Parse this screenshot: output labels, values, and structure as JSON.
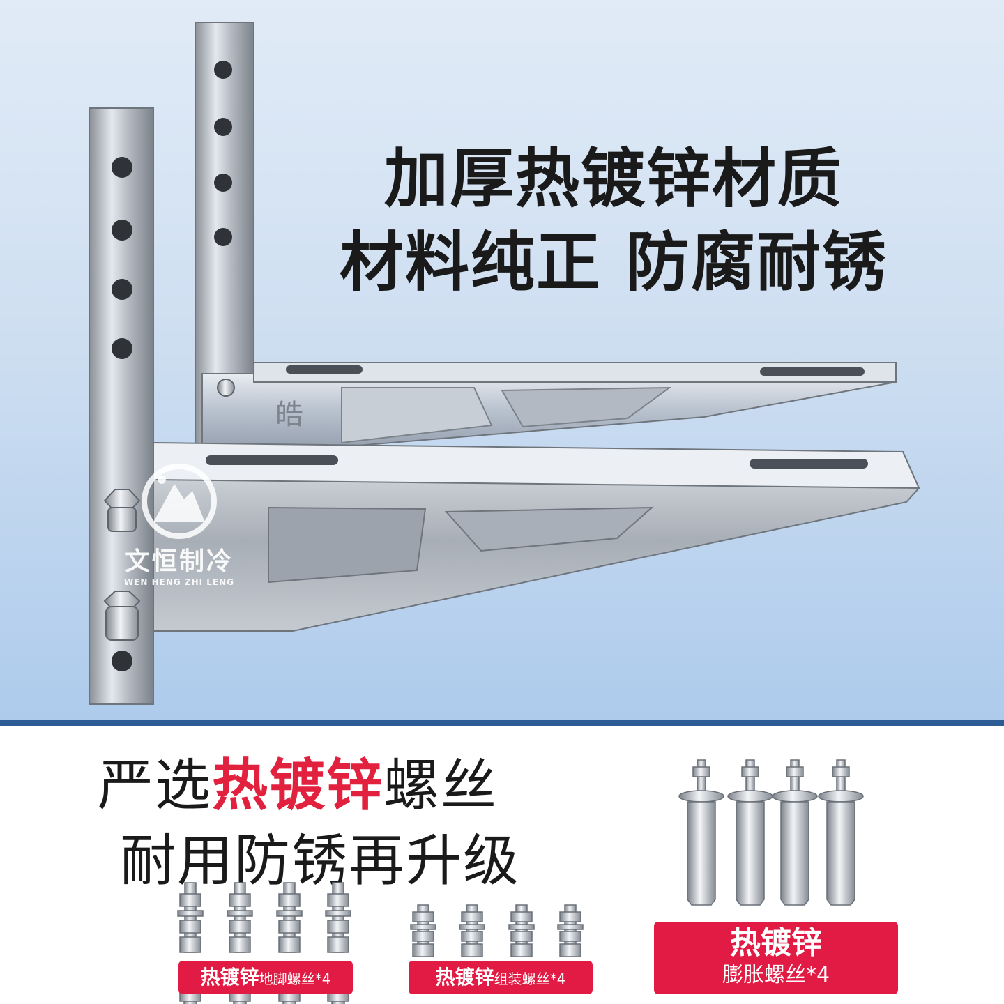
{
  "hero": {
    "headline_line1": "加厚热镀锌材质",
    "headline_line2": "材料纯正 防腐耐锈",
    "bracket_stamp": "皓",
    "brand": {
      "name": "文恒制冷",
      "subtitle": "WEN HENG ZHI LENG"
    }
  },
  "accessories": {
    "title_prefix": "严选",
    "title_highlight": "热镀锌",
    "title_suffix": "螺丝",
    "title_line2": "耐用防锈再升级",
    "items": [
      {
        "label_main": "热镀锌",
        "label_detail": "地脚螺丝*4"
      },
      {
        "label_main": "热镀锌",
        "label_detail": "组装螺丝*4"
      },
      {
        "label_main": "热镀锌",
        "label_detail": "膨胀螺丝*4"
      }
    ]
  },
  "colors": {
    "accent_red": "#e11b43",
    "band_blue": "#2d5b93",
    "headline_text": "#1a1a1a"
  }
}
